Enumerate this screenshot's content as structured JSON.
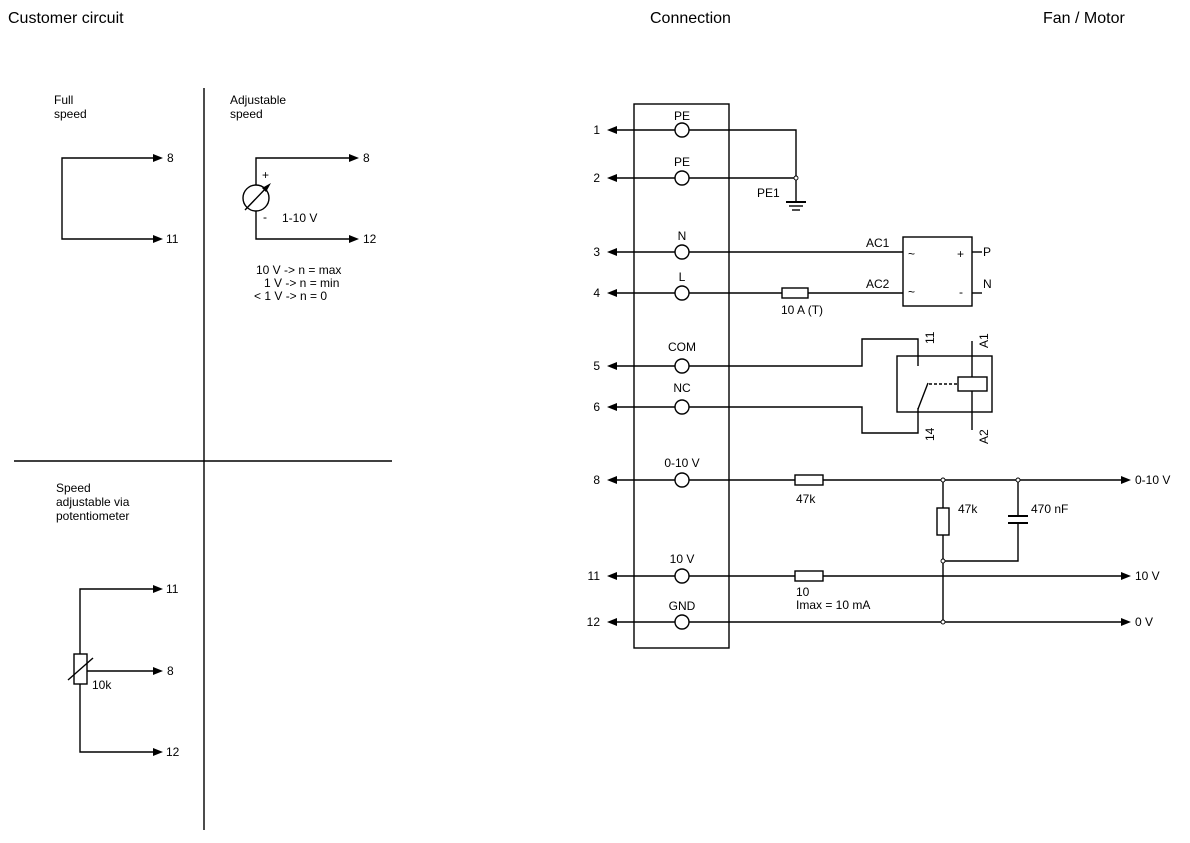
{
  "headers": {
    "customer": "Customer circuit",
    "connection": "Connection",
    "fan": "Fan / Motor"
  },
  "full_speed": {
    "title_line1": "Full",
    "title_line2": "speed",
    "pin_top": "8",
    "pin_bottom": "11"
  },
  "adjustable_speed": {
    "title_line1": "Adjustable",
    "title_line2": "speed",
    "plus": "+",
    "minus": "-",
    "range": "1-10 V",
    "pin_top": "8",
    "pin_bottom": "12",
    "notes": [
      "10 V -> n = max",
      "1 V -> n = min",
      "< 1 V -> n = 0"
    ]
  },
  "potentiometer": {
    "title_line1": "Speed",
    "title_line2": "adjustable via",
    "title_line3": "potentiometer",
    "value": "10k",
    "pin_top": "11",
    "pin_mid": "8",
    "pin_bottom": "12"
  },
  "terminals": [
    {
      "number": "1",
      "label": "PE"
    },
    {
      "number": "2",
      "label": "PE"
    },
    {
      "number": "3",
      "label": "N"
    },
    {
      "number": "4",
      "label": "L"
    },
    {
      "number": "5",
      "label": "COM"
    },
    {
      "number": "6",
      "label": "NC"
    },
    {
      "number": "8",
      "label": "0-10 V"
    },
    {
      "number": "11",
      "label": "10 V"
    },
    {
      "number": "12",
      "label": "GND"
    }
  ],
  "motor": {
    "pe1": "PE1",
    "ac1": "AC1",
    "ac2": "AC2",
    "fuse": "10 A (T)",
    "rect_tilde_top": "~",
    "rect_tilde_bottom": "~",
    "rect_plus": "+",
    "rect_minus": "-",
    "out_p": "P",
    "out_n": "N",
    "relay_11": "11",
    "relay_14": "14",
    "relay_a1": "A1",
    "relay_a2": "A2",
    "r_series": "47k",
    "r_shunt": "47k",
    "capacitor": "470 nF",
    "r_supply": "10",
    "imax": "Imax = 10 mA",
    "out_signal": "0-10 V",
    "out_supply": "10 V",
    "out_ground": "0 V"
  }
}
